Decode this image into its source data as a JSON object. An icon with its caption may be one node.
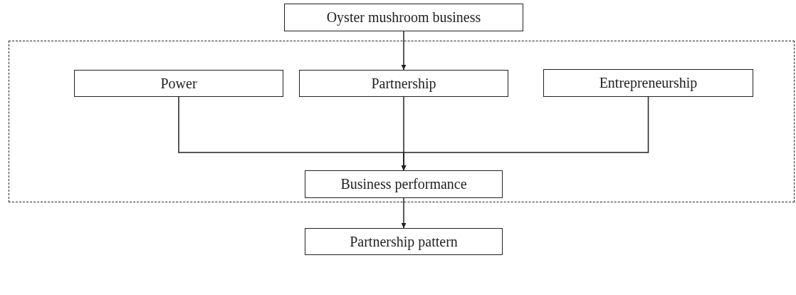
{
  "diagram": {
    "nodes": [
      {
        "text": [
          "Oyster mushroom business"
        ]
      },
      {
        "text": [],
        "shape": "box"
      },
      {
        "text": [
          "Power"
        ],
        "in": 1
      },
      {
        "text": [
          "Partnership"
        ],
        "in": 1
      },
      {
        "text": [
          "Entrepreneurship"
        ],
        "in": 1
      },
      {
        "text": [
          "Business performance"
        ],
        "in": 1
      },
      {
        "text": [
          "Partnership pattern"
        ]
      }
    ],
    "edges": [
      {
        "from": 0,
        "to": 3,
        "arrow": "to"
      },
      {
        "from": 2,
        "to": 5,
        "arrow": "to"
      },
      {
        "from": 3,
        "to": 5,
        "arrow": "to"
      },
      {
        "from": 4,
        "to": 5,
        "arrow": "to"
      },
      {
        "from": 5,
        "to": 6,
        "arrow": "to"
      }
    ]
  }
}
